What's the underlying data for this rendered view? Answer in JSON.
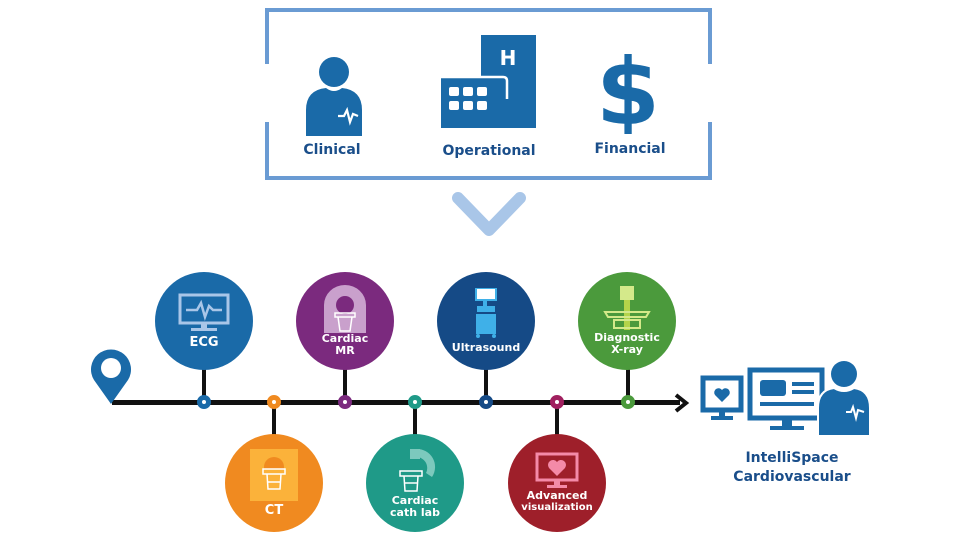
{
  "categories": {
    "items": [
      {
        "label": "Clinical",
        "icon": "clinician-icon"
      },
      {
        "label": "Operational",
        "icon": "hospital-icon"
      },
      {
        "label": "Financial",
        "icon": "dollar-icon"
      }
    ],
    "frame_color": "#6a9bd3",
    "icon_color": "#1a6aa8",
    "text_color": "#1a4e8a"
  },
  "chevron": {
    "icon": "chevron-down-icon",
    "color": "#a9c6e8"
  },
  "timeline": {
    "start_icon": "location-pin-icon",
    "end_icon": "arrow-right-icon",
    "nodes": [
      {
        "label_line1": "ECG",
        "label_line2": "",
        "position": "up",
        "color": "#1a6aa8"
      },
      {
        "label_line1": "CT",
        "label_line2": "",
        "position": "down",
        "color": "#f08a20"
      },
      {
        "label_line1": "Cardiac",
        "label_line2": "MR",
        "position": "up",
        "color": "#7b2a7e"
      },
      {
        "label_line1": "Cardiac",
        "label_line2": "cath lab",
        "position": "down",
        "color": "#1f9a88"
      },
      {
        "label_line1": "Ultrasound",
        "label_line2": "",
        "position": "up",
        "color": "#154a86"
      },
      {
        "label_line1": "Advanced",
        "label_line2": "visualization",
        "position": "down",
        "color": "#9e1f2a"
      },
      {
        "label_line1": "Diagnostic",
        "label_line2": "X-ray",
        "position": "up",
        "color": "#4b9a3c"
      }
    ],
    "dot_colors": [
      "#1a6aa8",
      "#f08a20",
      "#7b2a7e",
      "#1f9a88",
      "#154a86",
      "#a0205f",
      "#4b9a3c"
    ]
  },
  "destination": {
    "line1": "IntelliSpace",
    "line2": "Cardiovascular",
    "icon": "workstation-clinician-icon"
  }
}
